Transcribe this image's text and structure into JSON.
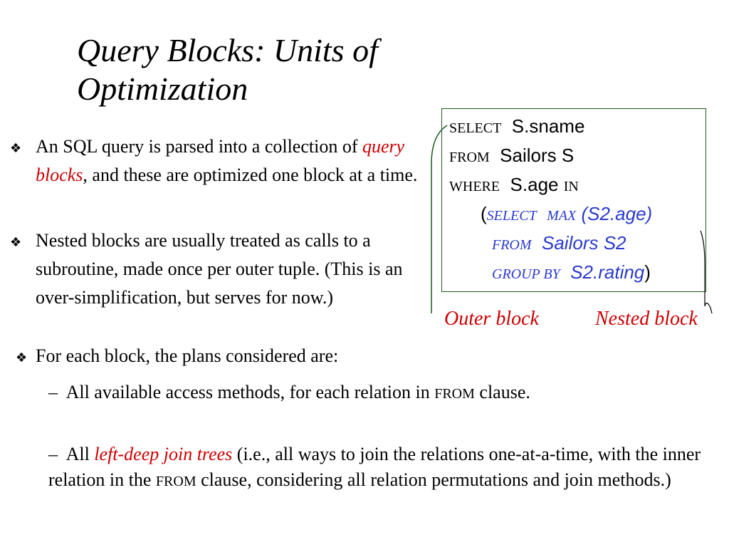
{
  "slide": {
    "title": "Query Blocks: Units of Optimization",
    "bullets": [
      {
        "part1": "An SQL query is parsed into a collection of ",
        "highlight": "query blocks",
        "part2": ", and these are optimized one block at a time."
      },
      {
        "text": "Nested blocks are usually treated as calls to a subroutine, made once per outer tuple.  (This is an over-simplification, but serves for now.)"
      },
      {
        "text": "For each block, the plans considered are:"
      }
    ],
    "subbullets": [
      {
        "dash": "–",
        "part1": "All available access methods, for each relation in ",
        "keyword": "FROM",
        "part2": " clause."
      },
      {
        "dash": "–",
        "part1": "All ",
        "highlight": "left-deep join trees",
        "part2": " (i.e., all ways to join the relations one-at-a-time, with the inner relation in the ",
        "keyword": "FROM",
        "part3": " clause, considering all relation permutations and join methods.)"
      }
    ]
  },
  "sql": {
    "line1_kw": "SELECT",
    "line1_rest": "S.sname",
    "line2_kw": "FROM",
    "line2_rest": "Sailors S",
    "line3_kw": "WHERE",
    "line3_rest": "S.age",
    "line3_in": "IN",
    "line4_paren": "(",
    "line4_kw1": "SELECT",
    "line4_kw2": "MAX",
    "line4_rest": "(S2.age)",
    "line5_kw": "FROM",
    "line5_rest": "Sailors S2",
    "line6_kw": "GROUP BY",
    "line6_rest": "S2.rating",
    "line6_paren": ")"
  },
  "captions": {
    "outer": "Outer block",
    "nested": "Nested block"
  },
  "colors": {
    "highlight_red": "#cc0000",
    "nested_blue": "#2a3acc",
    "box_green": "#1a5c1a"
  }
}
